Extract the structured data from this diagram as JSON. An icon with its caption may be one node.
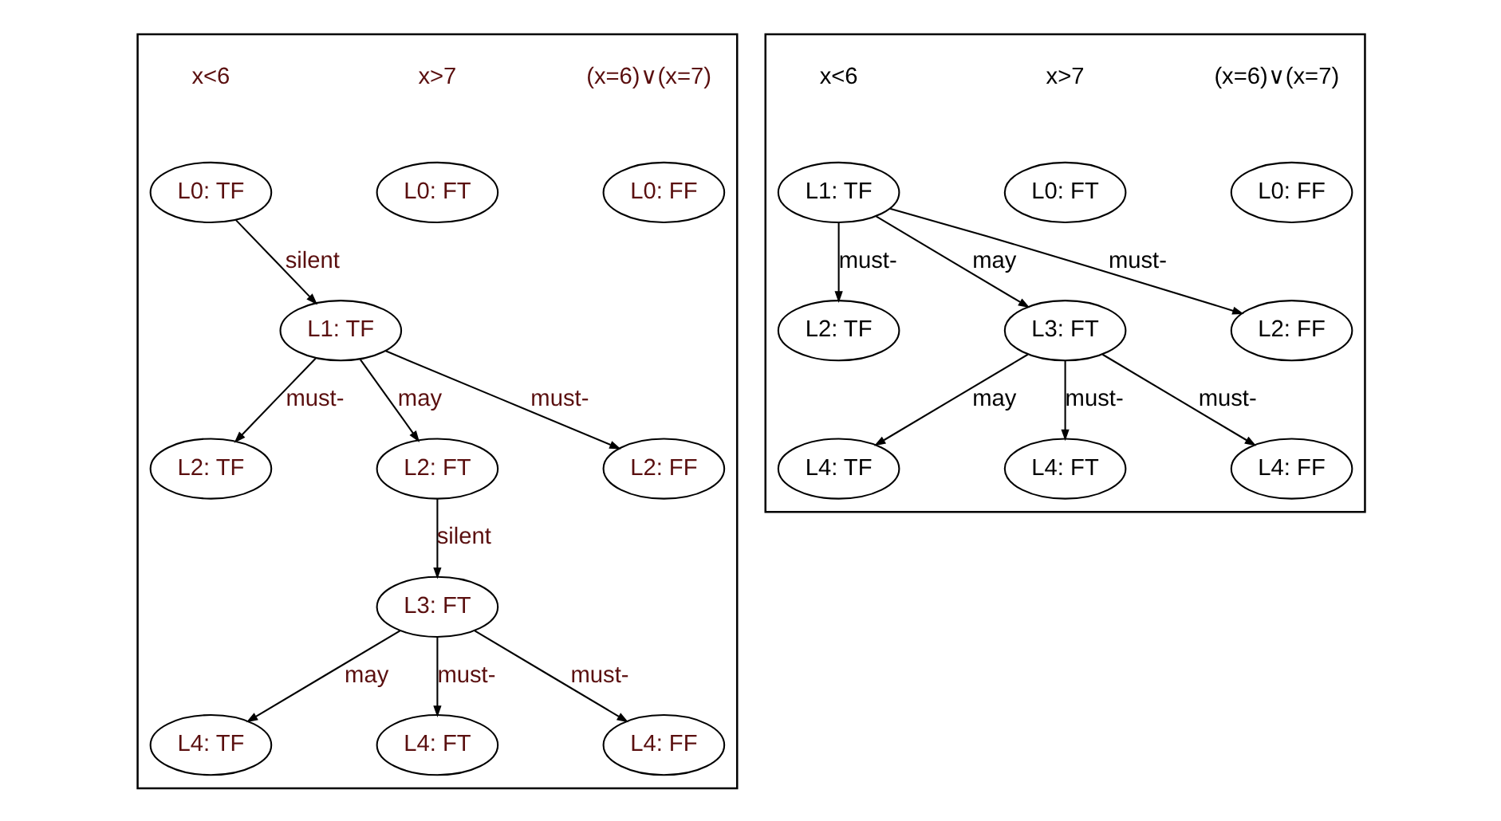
{
  "diagram": {
    "nodes": [
      {
        "text": [],
        "shape": "box"
      },
      {
        "text": [
          "L0: TF"
        ],
        "in": 0
      },
      {
        "text": [
          "L0: FT"
        ],
        "in": 0
      },
      {
        "text": [
          "L0: FF"
        ],
        "in": 0
      },
      {
        "text": [
          "L1: TF"
        ],
        "in": 0
      },
      {
        "text": [
          "L2: TF"
        ],
        "in": 0
      },
      {
        "text": [
          "L2: FT"
        ],
        "in": 0
      },
      {
        "text": [
          "L2: FF"
        ],
        "in": 0
      },
      {
        "text": [
          "L3: FT"
        ],
        "in": 0
      },
      {
        "text": [
          "L4: TF"
        ],
        "in": 0
      },
      {
        "text": [
          "L4: FT"
        ],
        "in": 0
      },
      {
        "text": [
          "L4: FF"
        ],
        "in": 0
      },
      {
        "text": [],
        "shape": "box"
      },
      {
        "text": [
          "L1: TF"
        ],
        "in": 12
      },
      {
        "text": [
          "L0: FT"
        ],
        "in": 12
      },
      {
        "text": [
          "L0: FF"
        ],
        "in": 12
      },
      {
        "text": [
          "L2: TF"
        ],
        "in": 12
      },
      {
        "text": [
          "L3: FT"
        ],
        "in": 12
      },
      {
        "text": [
          "L2: FF"
        ],
        "in": 12
      },
      {
        "text": [
          "L4: TF"
        ],
        "in": 12
      },
      {
        "text": [
          "L4: FT"
        ],
        "in": 12
      },
      {
        "text": [
          "L4: FF"
        ],
        "in": 12
      }
    ],
    "edges": [
      {
        "from": 1,
        "to": 4,
        "arrow": "to",
        "label": "silent"
      },
      {
        "from": 4,
        "to": 5,
        "arrow": "to",
        "label": "must-"
      },
      {
        "from": 4,
        "to": 6,
        "arrow": "to",
        "label": "may"
      },
      {
        "from": 4,
        "to": 7,
        "arrow": "to",
        "label": "must-"
      },
      {
        "from": 6,
        "to": 8,
        "arrow": "to",
        "label": "silent"
      },
      {
        "from": 8,
        "to": 9,
        "arrow": "to",
        "label": "may"
      },
      {
        "from": 8,
        "to": 10,
        "arrow": "to",
        "label": "must-"
      },
      {
        "from": 8,
        "to": 11,
        "arrow": "to",
        "label": "must-"
      },
      {
        "from": 13,
        "to": 16,
        "arrow": "to",
        "label": "must-"
      },
      {
        "from": 13,
        "to": 17,
        "arrow": "to",
        "label": "may"
      },
      {
        "from": 13,
        "to": 18,
        "arrow": "to",
        "label": "must-"
      },
      {
        "from": 17,
        "to": 19,
        "arrow": "to",
        "label": "may"
      },
      {
        "from": 17,
        "to": 20,
        "arrow": "to",
        "label": "must-"
      },
      {
        "from": 17,
        "to": 21,
        "arrow": "to",
        "label": "must-"
      }
    ],
    "labels": [
      "x<6",
      "x>7",
      "(x=6)∨(x=7)",
      "x<6",
      "x>7",
      "(x=6)∨(x=7)"
    ]
  }
}
